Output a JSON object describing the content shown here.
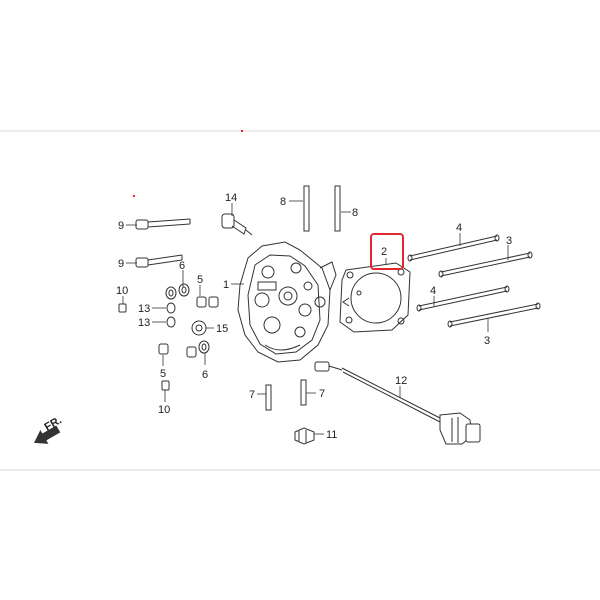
{
  "diagram": {
    "direction_label": "FR.",
    "highlighted_part": "2",
    "highlight_color": "#e0282e",
    "line_color": "#333333",
    "callouts": {
      "p1": "1",
      "p2": "2",
      "p3a": "3",
      "p3b": "3",
      "p4a": "4",
      "p4b": "4",
      "p5a": "5",
      "p5b": "5",
      "p6a": "6",
      "p6b": "6",
      "p7a": "7",
      "p7b": "7",
      "p8a": "8",
      "p8b": "8",
      "p9a": "9",
      "p9b": "9",
      "p10a": "10",
      "p10b": "10",
      "p11": "11",
      "p12": "12",
      "p13a": "13",
      "p13b": "13",
      "p14": "14",
      "p15": "15"
    }
  }
}
